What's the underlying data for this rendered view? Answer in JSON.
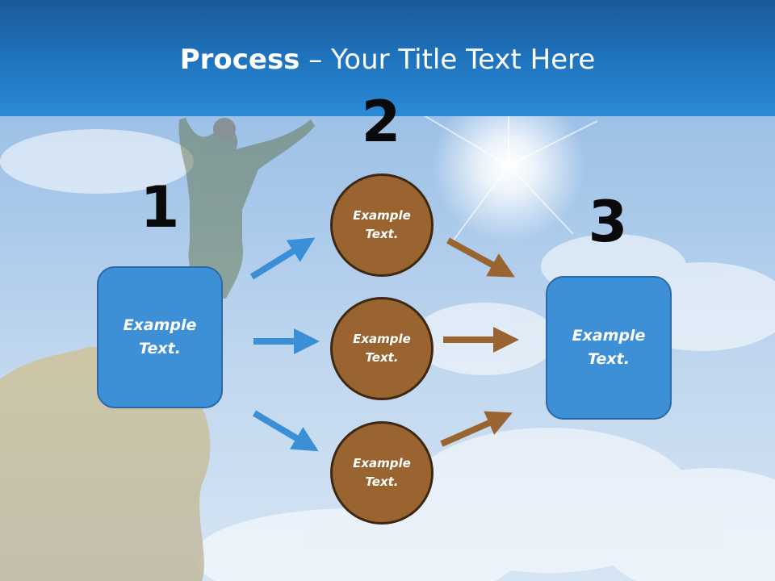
{
  "slide": {
    "title_bold": "Process",
    "title_rest": " – Your Title Text Here",
    "steps": [
      "1",
      "2",
      "3"
    ],
    "left_box": "Example Text.",
    "circles": [
      "Example Text.",
      "Example Text.",
      "Example Text."
    ],
    "right_box": "Example Text."
  },
  "colors": {
    "header": "#1f73bd",
    "box_fill": "#3d8fd6",
    "circle_fill": "#99642f",
    "blue_arrow": "#3b8fd6",
    "brown_arrow": "#9a6430"
  }
}
